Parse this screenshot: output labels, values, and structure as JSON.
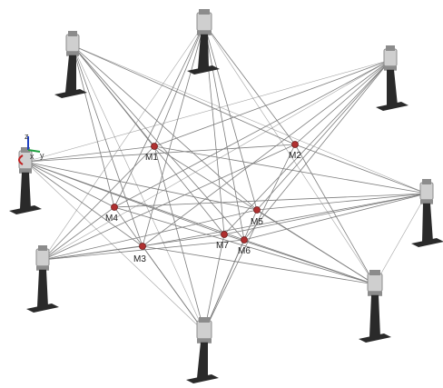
{
  "markers": [
    {
      "id": "M1",
      "label": "M1"
    },
    {
      "id": "M2",
      "label": "M2"
    },
    {
      "id": "M3",
      "label": "M3"
    },
    {
      "id": "M4",
      "label": "M4"
    },
    {
      "id": "M5",
      "label": "M5"
    },
    {
      "id": "M6",
      "label": "M6"
    },
    {
      "id": "M7",
      "label": "M7"
    }
  ],
  "axis_labels": {
    "z": "z",
    "x": "x",
    "y": "y"
  },
  "colors": {
    "line": "#7d7d7d",
    "marker": "#b03030",
    "tripod_dark": "#2a2a2a",
    "tripod_mid": "#8c8c8c",
    "tripod_light": "#cfcfcf",
    "axis_z": "#2040c0",
    "axis_y": "#20a040",
    "axis_x": "#c02020"
  }
}
